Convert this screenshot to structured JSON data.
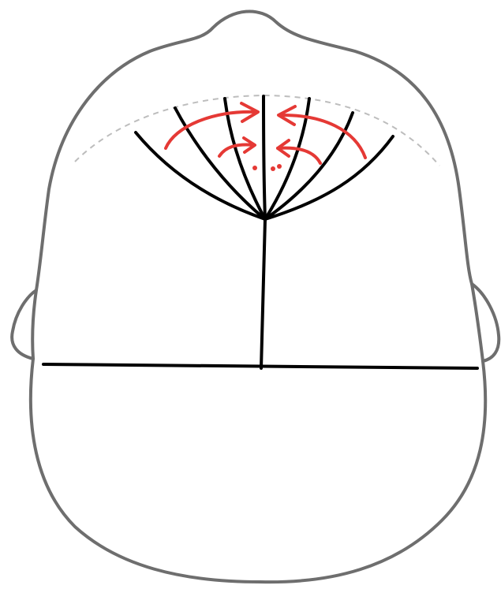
{
  "diagram": {
    "colors": {
      "outline": "#6e6e6e",
      "hairline": "#bdbdbd",
      "section_lines": "#000000",
      "direction_arrows": "#e53935",
      "background": "#ffffff"
    },
    "parts": [
      "head-outline",
      "front-hairline",
      "horizontal-parting",
      "vertical-parting",
      "crown-radial-partings",
      "direction-arrows"
    ]
  }
}
